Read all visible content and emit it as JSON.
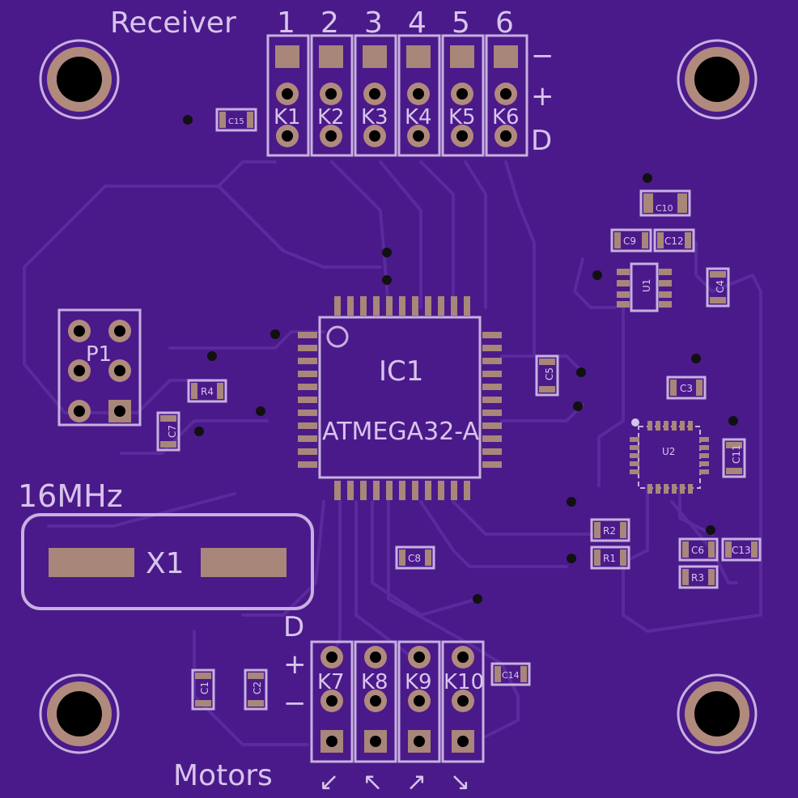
{
  "labels": {
    "receiver": "Receiver",
    "motors": "Motors",
    "crystal_freq": "16MHz",
    "crystal_ref": "X1",
    "header_ref": "P1",
    "ic_ref": "IC1",
    "ic_part": "ATMEGA32-A",
    "minus": "−",
    "plus": "+",
    "d": "D",
    "u1": "U1",
    "u2": "U2"
  },
  "receiver_channels": [
    "1",
    "2",
    "3",
    "4",
    "5",
    "6"
  ],
  "receiver_connectors": [
    "K1",
    "K2",
    "K3",
    "K4",
    "K5",
    "K6"
  ],
  "motor_connectors": [
    "K7",
    "K8",
    "K9",
    "K10"
  ],
  "motor_arrows": [
    "↙",
    "↖",
    "↗",
    "↘"
  ],
  "components": {
    "c15": "C15",
    "c10": "C10",
    "c9": "C9",
    "c12": "C12",
    "c4": "C4",
    "c5": "C5",
    "c3": "C3",
    "c11": "C11",
    "r4": "R4",
    "c7": "C7",
    "r2": "R2",
    "r1": "R1",
    "c8": "C8",
    "c6": "C6",
    "c13": "C13",
    "r3": "R3",
    "c1": "C1",
    "c2": "C2",
    "c14": "C14"
  },
  "colors": {
    "board": "#4a1a8a",
    "silkscreen": "#d8c4ec",
    "pad": "#a8867a"
  }
}
